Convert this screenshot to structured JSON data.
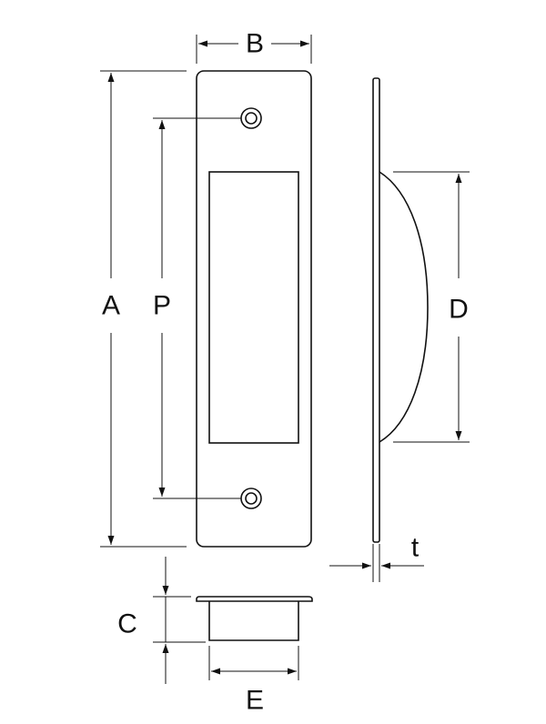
{
  "labels": {
    "A": "A",
    "B": "B",
    "P": "P",
    "D": "D",
    "t": "t",
    "C": "C",
    "E": "E"
  },
  "colors": {
    "line": "#111111",
    "background": "#ffffff"
  }
}
